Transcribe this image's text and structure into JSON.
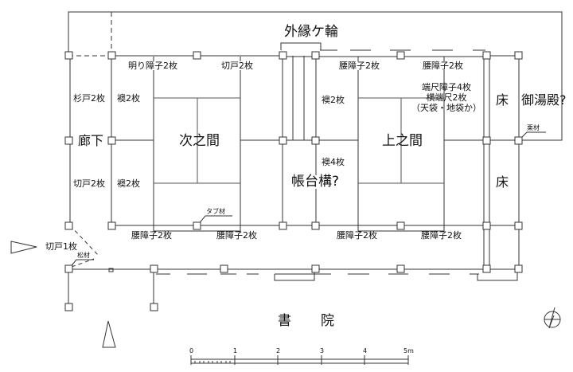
{
  "title": "書　院",
  "rooms": {
    "corridor": "廊下",
    "tsugi_no_ma": "次之間",
    "jo_no_ma": "上之間",
    "chodaigamae": "帳台構?",
    "toko_top": "床",
    "toko_bottom": "床",
    "oyudono": "御湯殿?",
    "outer_veranda": "外縁ケ輪"
  },
  "fittings": {
    "akari_shoji": "明り障子2枚",
    "kirido_top": "切戸2枚",
    "sugido": "杉戸2枚",
    "fusuma_left_top": "襖2枚",
    "kirido_left": "切戸2枚",
    "fusuma_left_bottom": "襖2枚",
    "fusuma_chodai_top": "襖2枚",
    "fusuma_chodai_4": "襖4枚",
    "koshi_top_1": "腰障子2枚",
    "koshi_top_2": "腰障子2枚",
    "hajaku_1": "端尺障子4枚",
    "hajaku_2": "横端尺2枚",
    "hajaku_3": "（天袋・地袋か）",
    "koshi_bottom_1": "腰障子2枚",
    "koshi_bottom_2": "腰障子2枚",
    "koshi_bottom_3": "腰障子2枚",
    "koshi_bottom_4": "腰障子2枚",
    "kirido_1": "切戸1枚"
  },
  "materials": {
    "kuri": "栗材",
    "tabu": "タブ材",
    "matsu": "松材"
  },
  "scale": {
    "ticks": [
      "0",
      "1",
      "2",
      "3",
      "4",
      "5m"
    ]
  }
}
